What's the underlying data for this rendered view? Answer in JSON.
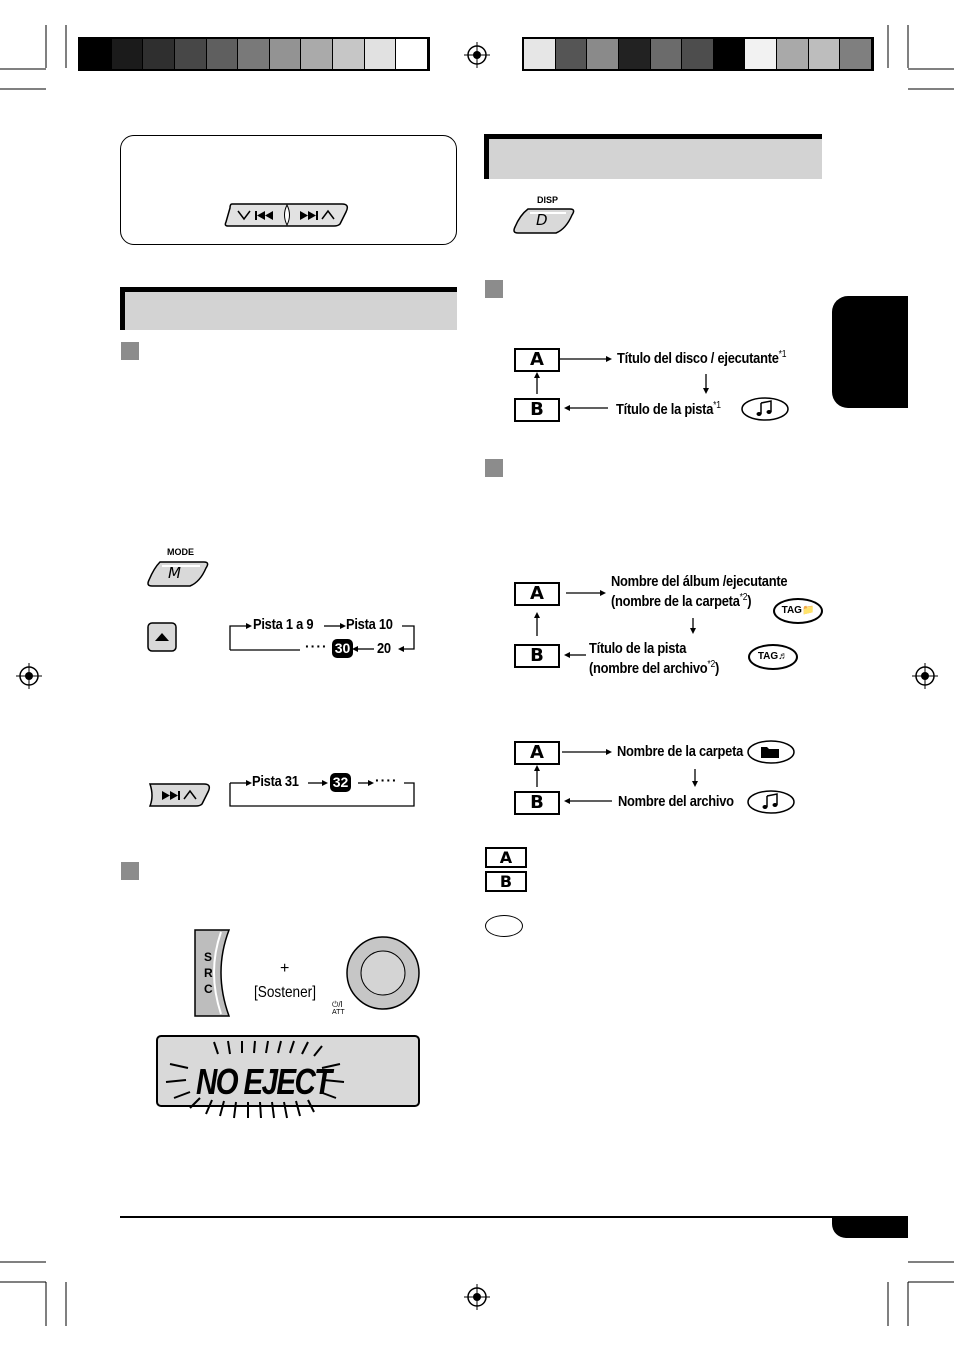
{
  "color_bars": {
    "left": [
      "#000000",
      "#1b1b1b",
      "#2f2f2f",
      "#474747",
      "#5f5f5f",
      "#797979",
      "#939393",
      "#aaaaaa",
      "#c6c6c6",
      "#e1e1e1",
      "#ffffff"
    ],
    "right": [
      "#e6e6e6",
      "#555555",
      "#8a8a8a",
      "#222222",
      "#6b6b6b",
      "#4d4d4d",
      "#000000",
      "#f2f2f2",
      "#a9a9a9",
      "#bdbdbd",
      "#7f7f7f"
    ]
  },
  "buttons": {
    "disp_label": "DISP",
    "disp_key": "D",
    "mode_label": "MODE",
    "mode_key": "M",
    "src_letters": [
      "S",
      "R",
      "C"
    ],
    "power_label": "⏻/I",
    "att_label": "ATT"
  },
  "track_seq1": {
    "a": "Pista 1 a 9",
    "b": "Pista 10",
    "c": "20",
    "d": "30",
    "dots": "····"
  },
  "track_seq2": {
    "a": "Pista 31",
    "b": "32",
    "dots": "····"
  },
  "hold": {
    "plus": "+",
    "text": "[Sostener]"
  },
  "lcd": {
    "text": "NO EJECT"
  },
  "diag1": {
    "a": "A",
    "b": "B",
    "a_text": "Título del disco / ejecutante",
    "a_sup": "*1",
    "b_text": "Título de la pista",
    "b_sup": "*1"
  },
  "diag2": {
    "a": "A",
    "b": "B",
    "a_line1": "Nombre del álbum /ejecutante",
    "a_line2": "(nombre de la carpeta",
    "a_sup": "*2",
    "a_close": ")",
    "b_line1": "Título de la pista",
    "b_line2": "(nombre del archivo",
    "b_sup": "*2",
    "b_close": ")",
    "tag": "TAG"
  },
  "diag3": {
    "a": "A",
    "b": "B",
    "a_text": "Nombre de la carpeta",
    "b_text": "Nombre del archivo"
  },
  "legend": {
    "a": "A",
    "b": "B"
  }
}
